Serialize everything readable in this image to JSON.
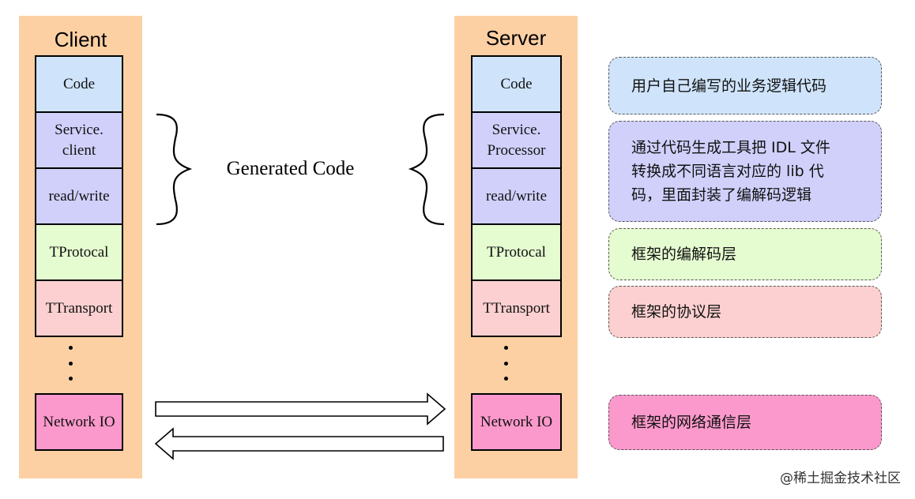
{
  "client": {
    "title": "Client",
    "layers": {
      "code": "Code",
      "service": "Service.\nclient",
      "read_write": "read/write",
      "protocol": "TProtocal",
      "transport": "TTransport",
      "network_io": "Network IO"
    }
  },
  "server": {
    "title": "Server",
    "layers": {
      "code": "Code",
      "service": "Service.\nProcessor",
      "read_write": "read/write",
      "protocol": "TProtocal",
      "transport": "TTransport",
      "network_io": "Network IO"
    }
  },
  "generated_label": "Generated Code",
  "notes": {
    "code": "用户自己编写的业务逻辑代码",
    "generated": "通过代码生成工具把 IDL 文件\n转换成不同语言对应的 lib 代\n码，里面封装了编解码逻辑",
    "protocol": "框架的编解码层",
    "transport": "框架的协议层",
    "network_io": "框架的网络通信层"
  },
  "watermark": "@稀土掘金技术社区",
  "colors": {
    "column_bg": "#fdd0a4",
    "code": "#cfe4fb",
    "service": "#d0d0fb",
    "protocol": "#e5fbd0",
    "transport": "#fcd0d0",
    "network_io": "#fb99cc"
  }
}
